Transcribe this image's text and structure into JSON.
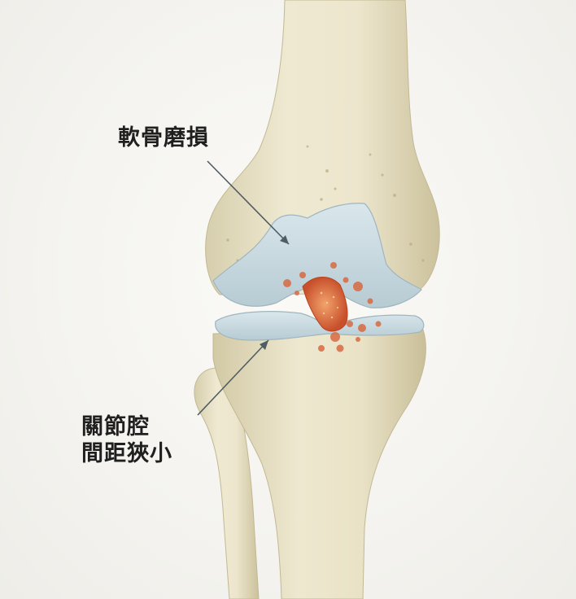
{
  "labels": {
    "cartilage_wear": "軟骨磨損",
    "joint_space_line1": "關節腔",
    "joint_space_line2": "間距狹小"
  },
  "colors": {
    "bone": "#e9e3c9",
    "bone_shadow": "#cfc6a3",
    "cartilage": "#c9dbe2",
    "inflammation": "#d9643a",
    "leader_line": "#4f5d62",
    "background": "#f3f2ee"
  }
}
